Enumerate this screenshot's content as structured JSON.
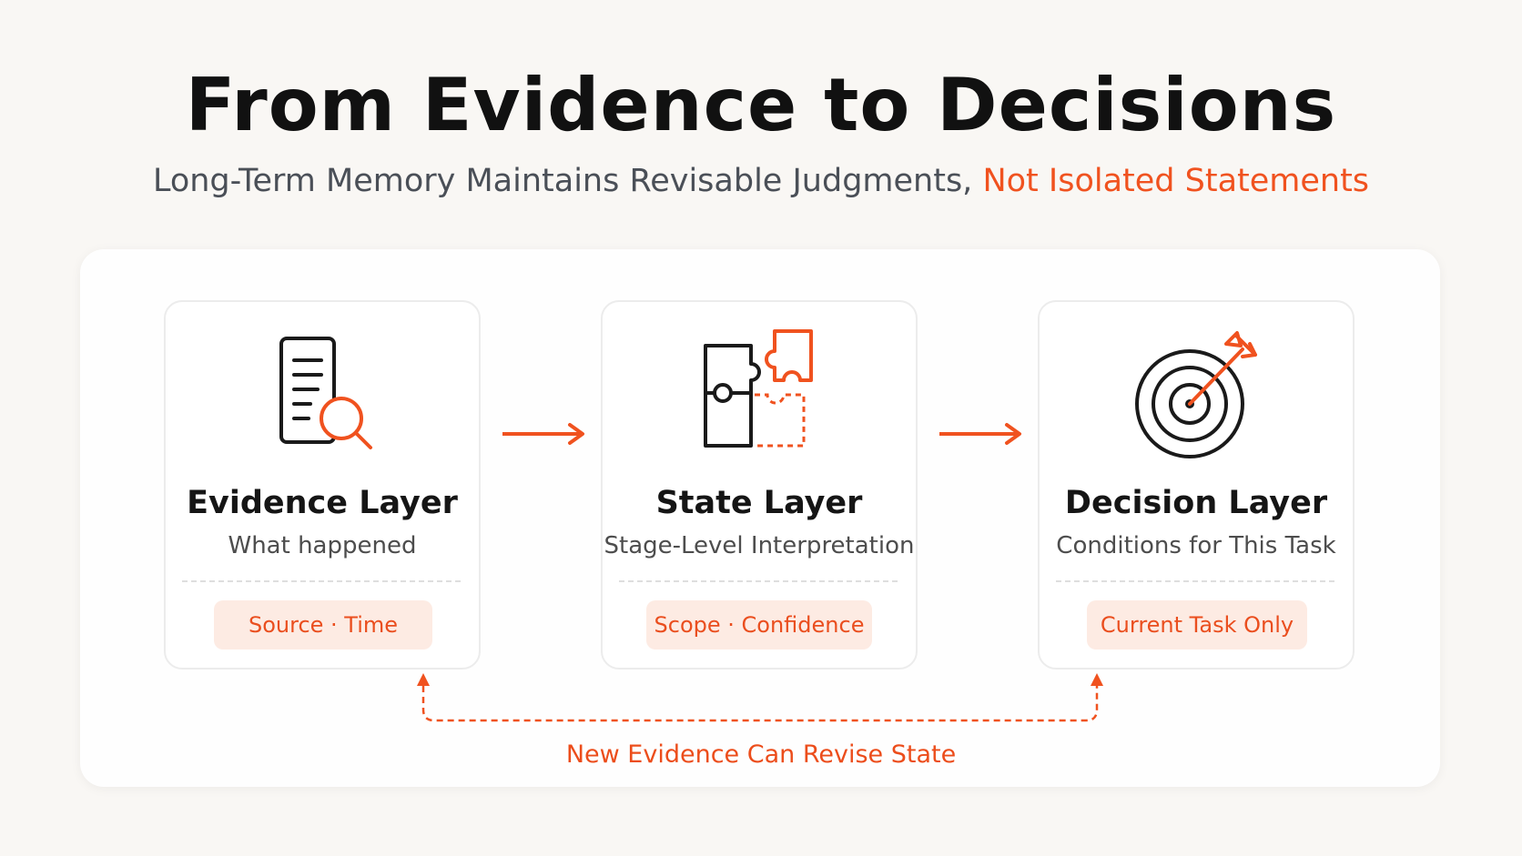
{
  "title": "From Evidence to Decisions",
  "subtitle": {
    "main": "Long-Term Memory Maintains Revisable Judgments, ",
    "accent": "Not Isolated Statements"
  },
  "colors": {
    "accent": "#f0521f",
    "title": "#111111",
    "subtitle": "#4a4f57",
    "tag_background": "#fdebe3",
    "background": "#f9f7f4"
  },
  "layers": [
    {
      "icon": "document-search-icon",
      "title": "Evidence Layer",
      "description": "What happened",
      "tag": "Source · Time"
    },
    {
      "icon": "puzzle-pieces-icon",
      "title": "State Layer",
      "description": "Stage-Level Interpretation",
      "tag": "Scope · Confidence"
    },
    {
      "icon": "target-arrow-icon",
      "title": "Decision Layer",
      "description": "Conditions for This Task",
      "tag": "Current Task Only"
    }
  ],
  "feedback_loop": {
    "label": "New Evidence Can Revise State"
  }
}
